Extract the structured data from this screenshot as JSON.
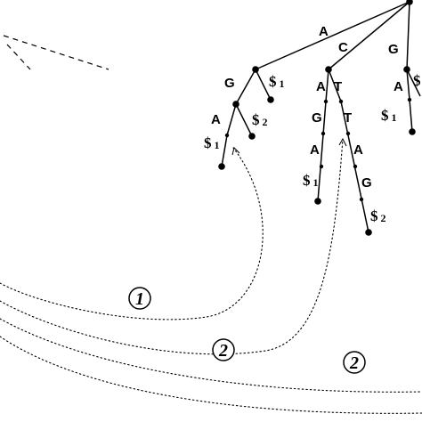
{
  "edge_labels": {
    "root_A": "A",
    "root_C": "C",
    "root_G": "G",
    "n1_G": "G",
    "n1_end": "$",
    "n1_end_sub": "1",
    "g_A": "A",
    "g_end": "$",
    "g_end_sub": "2",
    "ga_end": "$",
    "ga_end_sub": "1",
    "c_A": "A",
    "c_T": "T",
    "ca_G": "G",
    "ca_A": "A",
    "ca_end": "$",
    "ca_end_sub": "1",
    "ct_T": "T",
    "ct_A": "A",
    "ct_G": "G",
    "ct_end": "$",
    "ct_end_sub": "2",
    "r_A": "A",
    "r_end": "$",
    "r_end_sub": "1",
    "r_cut": "$"
  },
  "markers": {
    "m1": "1",
    "m2a": "2",
    "m2b": "2"
  }
}
